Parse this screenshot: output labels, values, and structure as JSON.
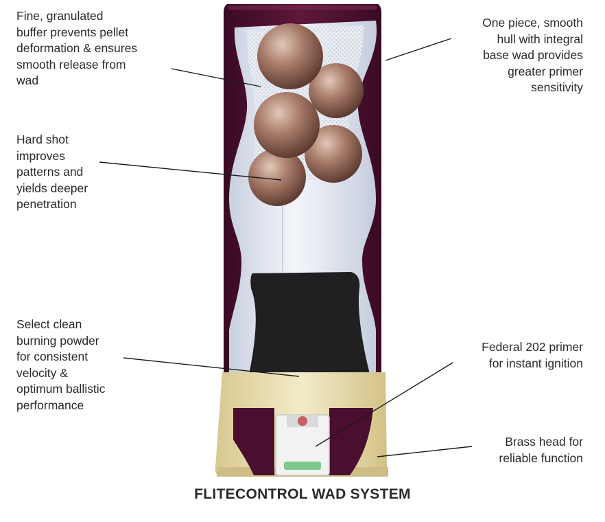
{
  "callouts": [
    {
      "id": "buffer",
      "lines": [
        "Fine, granulated",
        "buffer prevents pellet",
        "deformation & ensures",
        "smooth release from",
        "wad"
      ]
    },
    {
      "id": "shot",
      "lines": [
        "Hard shot",
        "improves",
        "patterns and",
        "yields deeper",
        "penetration"
      ]
    },
    {
      "id": "powder",
      "lines": [
        "Select clean",
        "burning powder",
        "for consistent",
        "velocity &",
        "optimum ballistic",
        "performance"
      ]
    },
    {
      "id": "hull",
      "lines": [
        "One piece, smooth",
        "hull with integral",
        "base wad provides",
        "greater primer",
        "sensitivity"
      ]
    },
    {
      "id": "primer",
      "lines": [
        "Federal 202 primer",
        "for instant ignition"
      ]
    },
    {
      "id": "brass",
      "lines": [
        "Brass head for",
        "reliable function"
      ]
    }
  ],
  "caption": "FLITECONTROL WAD SYSTEM",
  "colors": {
    "hull": "#4a0f2e",
    "hull_highlight": "#7a2a50",
    "wad": "#dde3ee",
    "shot": "#a07868",
    "powder": "#1e1e20",
    "brass": "#e8dcb0",
    "primer_cup": "#f2f2f2",
    "text": "#2a2a2a"
  }
}
